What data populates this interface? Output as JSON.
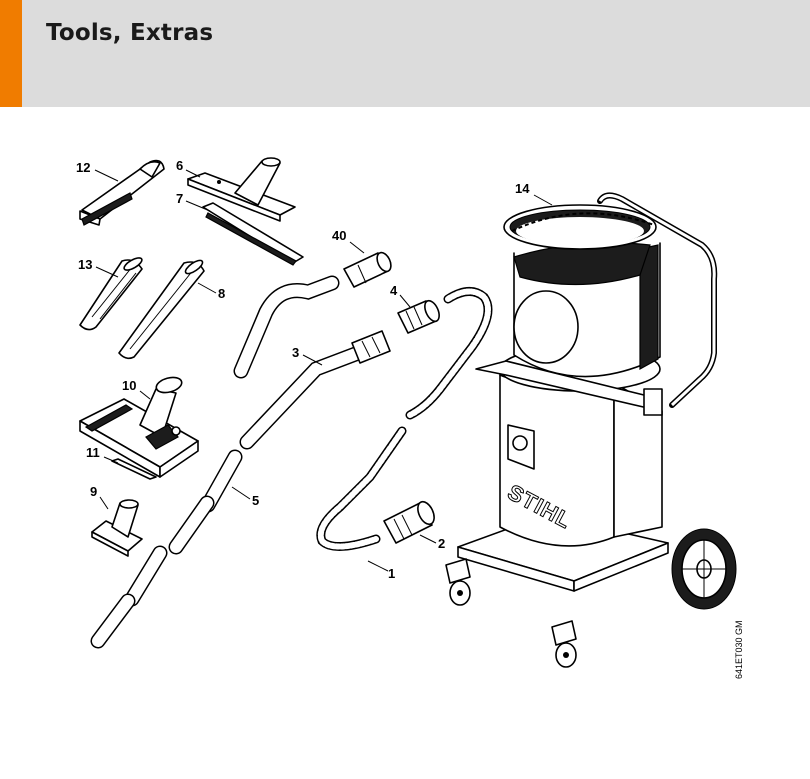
{
  "header": {
    "title": "Tools, Extras",
    "accent_color": "#f07c00",
    "background_color": "#dcdcdc"
  },
  "diagram": {
    "callouts": [
      "1",
      "2",
      "3",
      "4",
      "5",
      "6",
      "7",
      "8",
      "9",
      "10",
      "11",
      "12",
      "13",
      "14",
      "40"
    ],
    "brand": "STIHL",
    "drawing_code": "641ET030 GM"
  }
}
